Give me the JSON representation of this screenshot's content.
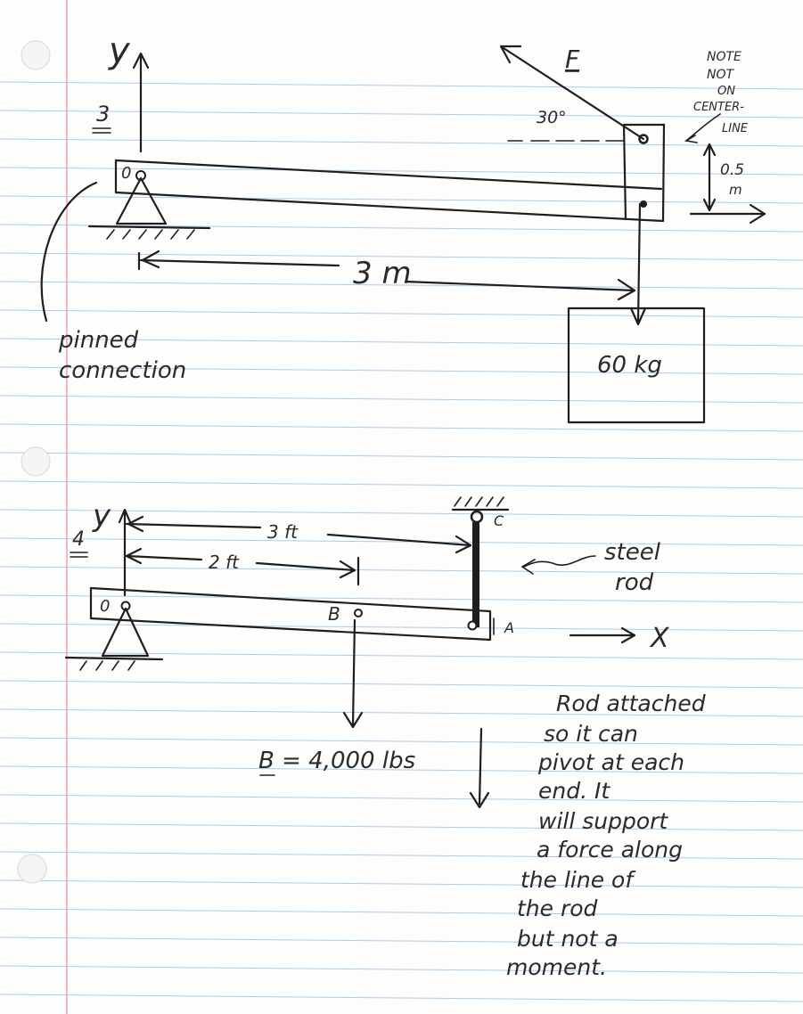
{
  "colors": {
    "paper": "#fdfdfb",
    "rule": "#a9cde8",
    "margin": "#f0a0b8",
    "ink": "#1e1e1e"
  },
  "problem3": {
    "number": "3",
    "y_axis_label": "y",
    "pin_label": "0",
    "force_label": "F",
    "angle_label": "30°",
    "note_lines": [
      "NOTE",
      "NOT",
      "ON",
      "CENTER-",
      "LINE"
    ],
    "offset_value": "0.5",
    "offset_unit": "m",
    "span_label": "3 m",
    "mass_label": "60 kg",
    "pinned_label_line1": "pinned",
    "pinned_label_line2": "connection"
  },
  "problem4": {
    "number": "4",
    "y_axis_label": "y",
    "x_axis_label": "X",
    "pin_label": "0",
    "dim_3ft": "3 ft",
    "dim_2ft": "2 ft",
    "point_b": "B",
    "point_a": "A",
    "point_c": "C",
    "rod_label_line1": "steel",
    "rod_label_line2": "rod",
    "load_label": "B = 4,000 lbs",
    "note_lines": [
      "Rod attached",
      "so it can",
      "pivot at each",
      "end. It",
      "will support",
      "a force along",
      "the line of",
      "the rod",
      "but not a",
      "moment."
    ]
  }
}
